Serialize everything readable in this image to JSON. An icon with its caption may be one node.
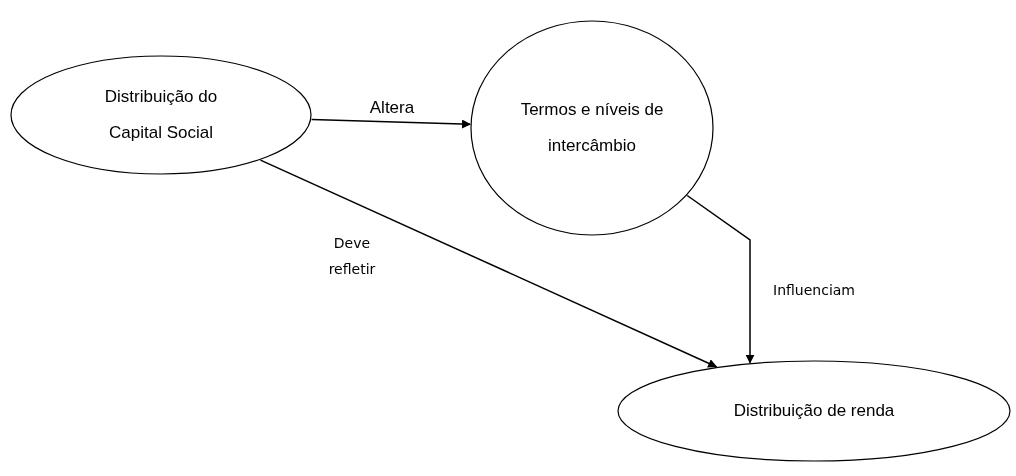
{
  "diagram": {
    "nodes": [
      {
        "text": [
          "Distribuição do Capital Social"
        ]
      },
      {
        "text": [
          "Termos e níveis de intercâmbio"
        ]
      },
      {
        "text": [
          "Distribuição de renda"
        ]
      }
    ],
    "edges": [
      {
        "from": 0,
        "to": 1,
        "arrow": "to",
        "label": "Altera"
      },
      {
        "from": 0,
        "to": 2,
        "arrow": "to",
        "label": "Deve refletir"
      },
      {
        "from": 1,
        "to": 2,
        "arrow": "to",
        "label": "Influenciam"
      }
    ]
  }
}
